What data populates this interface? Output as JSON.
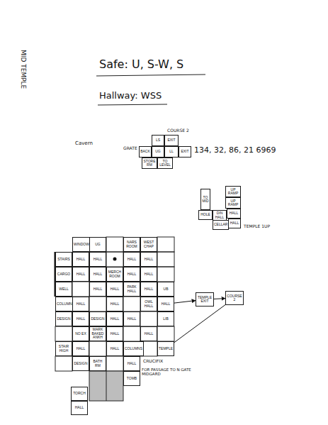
{
  "diagram": {
    "nodes": [
      {
        "text": [
          "LS"
        ]
      },
      {
        "text": [
          "EXIT"
        ]
      },
      {
        "text": [
          "BACK"
        ]
      },
      {
        "text": [
          "UG"
        ]
      },
      {
        "text": [
          "LL"
        ]
      },
      {
        "text": [
          "EXIT"
        ]
      },
      {
        "text": [
          "STORE RM"
        ]
      },
      {
        "text": [
          "TO LEVEL"
        ]
      },
      {
        "text": [
          "TO MID"
        ]
      },
      {
        "text": [
          "UP RAMP"
        ]
      },
      {
        "text": [
          "UP RAMP"
        ]
      },
      {
        "text": [
          "HOLE"
        ]
      },
      {
        "text": [
          "DIN HALL"
        ]
      },
      {
        "text": [
          "HALL"
        ]
      },
      {
        "text": [
          "CELLAR"
        ]
      },
      {
        "text": [
          "HALL"
        ]
      },
      {
        "text": [
          "WINDOW"
        ]
      },
      {
        "text": [
          "UG"
        ]
      },
      {
        "text": [
          "NARS ROOM"
        ]
      },
      {
        "text": [
          "WEST CHAP"
        ]
      },
      {
        "text": [
          "STAIRS"
        ]
      },
      {
        "text": [
          "HALL"
        ]
      },
      {
        "text": [
          "HALL"
        ]
      },
      {
        "text": [
          "HALL"
        ]
      },
      {
        "text": [
          "HALL"
        ]
      },
      {
        "text": [
          "CARGO"
        ]
      },
      {
        "text": [
          "HALL"
        ]
      },
      {
        "text": [
          "HALL"
        ]
      },
      {
        "text": [
          "MERCH ROOM"
        ]
      },
      {
        "text": [
          "HALL"
        ]
      },
      {
        "text": [
          "HALL"
        ]
      },
      {
        "text": [
          "WELL"
        ]
      },
      {
        "text": [
          "HALL"
        ]
      },
      {
        "text": [
          "HALL"
        ]
      },
      {
        "text": [
          "PARK HALL"
        ]
      },
      {
        "text": [
          "HALL"
        ]
      },
      {
        "text": [
          "UB"
        ]
      },
      {
        "text": [
          "COLUMNS"
        ]
      },
      {
        "text": [
          "HALL"
        ]
      },
      {
        "text": [
          "HALL"
        ]
      },
      {
        "text": [
          "OWL HALL"
        ]
      },
      {
        "text": [
          "HALL"
        ]
      },
      {
        "text": [
          "TEMPLE EXIT"
        ]
      },
      {
        "text": [
          "COURSE 2"
        ]
      },
      {
        "text": [
          "DESIGN"
        ]
      },
      {
        "text": [
          "HALL"
        ]
      },
      {
        "text": [
          "DESIGN"
        ]
      },
      {
        "text": [
          "HALL"
        ]
      },
      {
        "text": [
          "HALL"
        ]
      },
      {
        "text": [
          "LIB"
        ]
      },
      {
        "text": [
          "NO EX"
        ]
      },
      {
        "text": [
          "MARK BAKED ANKH"
        ]
      },
      {
        "text": [
          "HALL"
        ]
      },
      {
        "text": [
          "HALL"
        ]
      },
      {
        "text": [
          "STAIR HIGH"
        ]
      },
      {
        "text": [
          "HALL"
        ]
      },
      {
        "text": [
          "HALL"
        ]
      },
      {
        "text": [
          "COLUMNS"
        ]
      },
      {
        "text": [
          "TEMPLE"
        ]
      },
      {
        "text": [
          "DESIGN"
        ]
      },
      {
        "text": [
          "BATH RM"
        ]
      },
      {
        "text": [
          "HALL"
        ]
      },
      {
        "text": [
          "TOMB"
        ]
      },
      {
        "text": [
          "TORCH"
        ]
      },
      {
        "text": [
          "HALL"
        ]
      }
    ],
    "edges": [
      {
        "from": 41,
        "to": 42,
        "arrow": "to"
      },
      {
        "from": 42,
        "to": 43,
        "arrow": "to"
      },
      {
        "from": 58,
        "to": 43,
        "arrow": "none"
      }
    ],
    "labels": [
      "MID TEMPLE",
      "Safe: U, S-W, S",
      "Hallway: WSS",
      "Cavern",
      "GRATE",
      "COURSE 2",
      "134, 32, 86, 21 6969",
      "TEMPLE 1UP",
      "CRUCIFIX",
      "FOR PASSAGE TO N GATE MIDGARD"
    ]
  }
}
